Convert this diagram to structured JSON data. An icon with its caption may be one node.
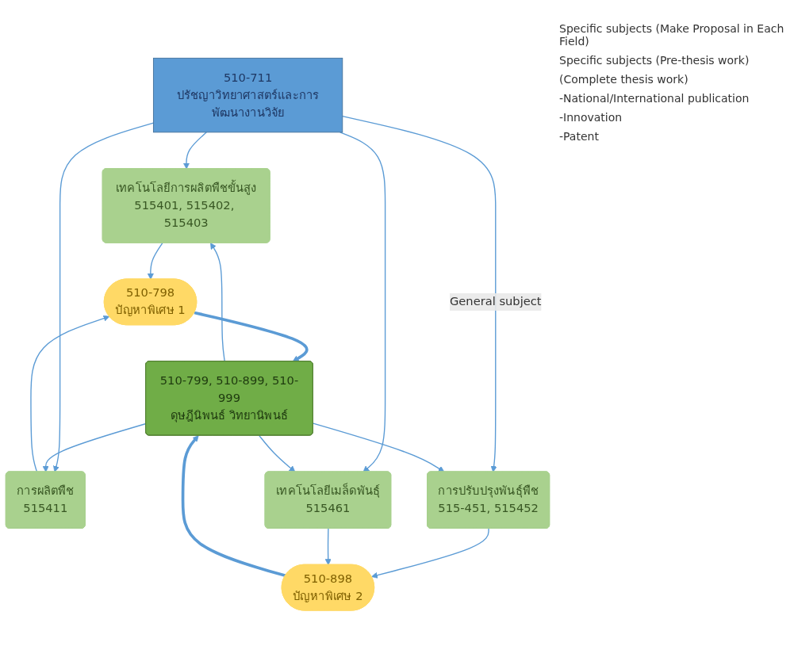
{
  "diagram": {
    "nodes": [
      {
        "text": [
          "510-711",
          "ปรัชญาวิทยาศาสตร์และการพัฒนางานวิจัย"
        ]
      },
      {
        "text": [
          "เทคโนโลยีการผลิตพืชขั้นสูง",
          "515401, 515402, 515403"
        ]
      },
      {
        "text": [
          "การผลิตพืช",
          "515411"
        ]
      },
      {
        "text": [
          "การปรับปรุงพันธุ์พืช",
          "515-451, 515452"
        ]
      },
      {
        "text": [
          "เทคโนโลยีเมล็ดพันธุ์",
          "515461"
        ]
      },
      {
        "text": [
          "510-798",
          "ปัญหาพิเศษ 1"
        ]
      },
      {
        "text": [
          "510-898",
          "ปัญหาพิเศษ 2"
        ]
      },
      {
        "text": [
          "510-799, 510-899, 510-999",
          "ดุษฎีนิพนธ์ วิทยานิพนธ์"
        ]
      }
    ],
    "edges": [
      {
        "from": 0,
        "to": 1,
        "arrow": "to"
      },
      {
        "from": 0,
        "to": 2,
        "arrow": "to"
      },
      {
        "from": 0,
        "to": 3,
        "arrow": "to",
        "label": "General subject"
      },
      {
        "from": 0,
        "to": 4,
        "arrow": "to"
      },
      {
        "from": 1,
        "to": 5,
        "arrow": "to"
      },
      {
        "from": 2,
        "to": 5,
        "arrow": "to"
      },
      {
        "from": 3,
        "to": 6,
        "arrow": "to"
      },
      {
        "from": 4,
        "to": 6,
        "arrow": "to"
      },
      {
        "from": 5,
        "to": 7,
        "arrow": "to",
        "style": "thick"
      },
      {
        "from": 6,
        "to": 7,
        "arrow": "to",
        "style": "thick"
      },
      {
        "from": 7,
        "to": 1,
        "arrow": "to"
      },
      {
        "from": 7,
        "to": 2,
        "arrow": "to"
      },
      {
        "from": 7,
        "to": 3,
        "arrow": "to"
      },
      {
        "from": 7,
        "to": 4,
        "arrow": "to"
      }
    ],
    "labels": [
      "Specific subjects (Make Proposal in Each Field)",
      "Specific subjects (Pre-thesis work)",
      "(Complete thesis work)",
      "-National/International publication",
      "-Innovation",
      "-Patent"
    ]
  }
}
